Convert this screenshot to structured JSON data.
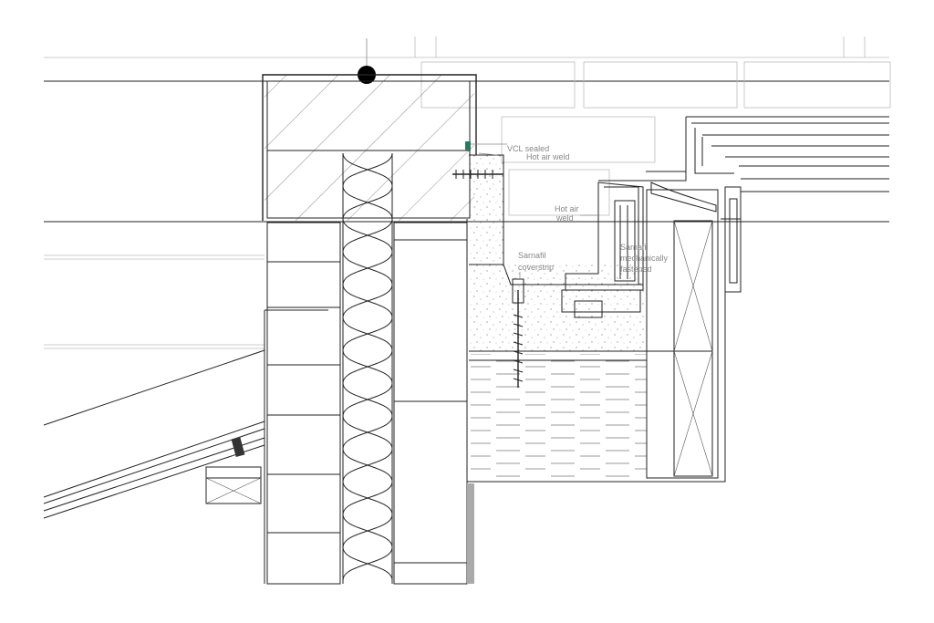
{
  "annotations": {
    "vcl_sealed": "VCL sealed",
    "hot_air_weld_top": "Hot air weld",
    "hot_air_weld_mid_1": "Hot air",
    "hot_air_weld_mid_2": "weld",
    "sarnafil_1": "Sarnafil",
    "sarnafil_2": "coverstrip",
    "mech_1": "Sarnafil",
    "mech_2": "mechanically",
    "mech_3": "fastened"
  },
  "colors": {
    "line": "#222222",
    "light_line": "#bbbbbb",
    "annotation": "#888888",
    "concrete_fill": "#f2f2f2",
    "setting_out_point": "#000000"
  }
}
